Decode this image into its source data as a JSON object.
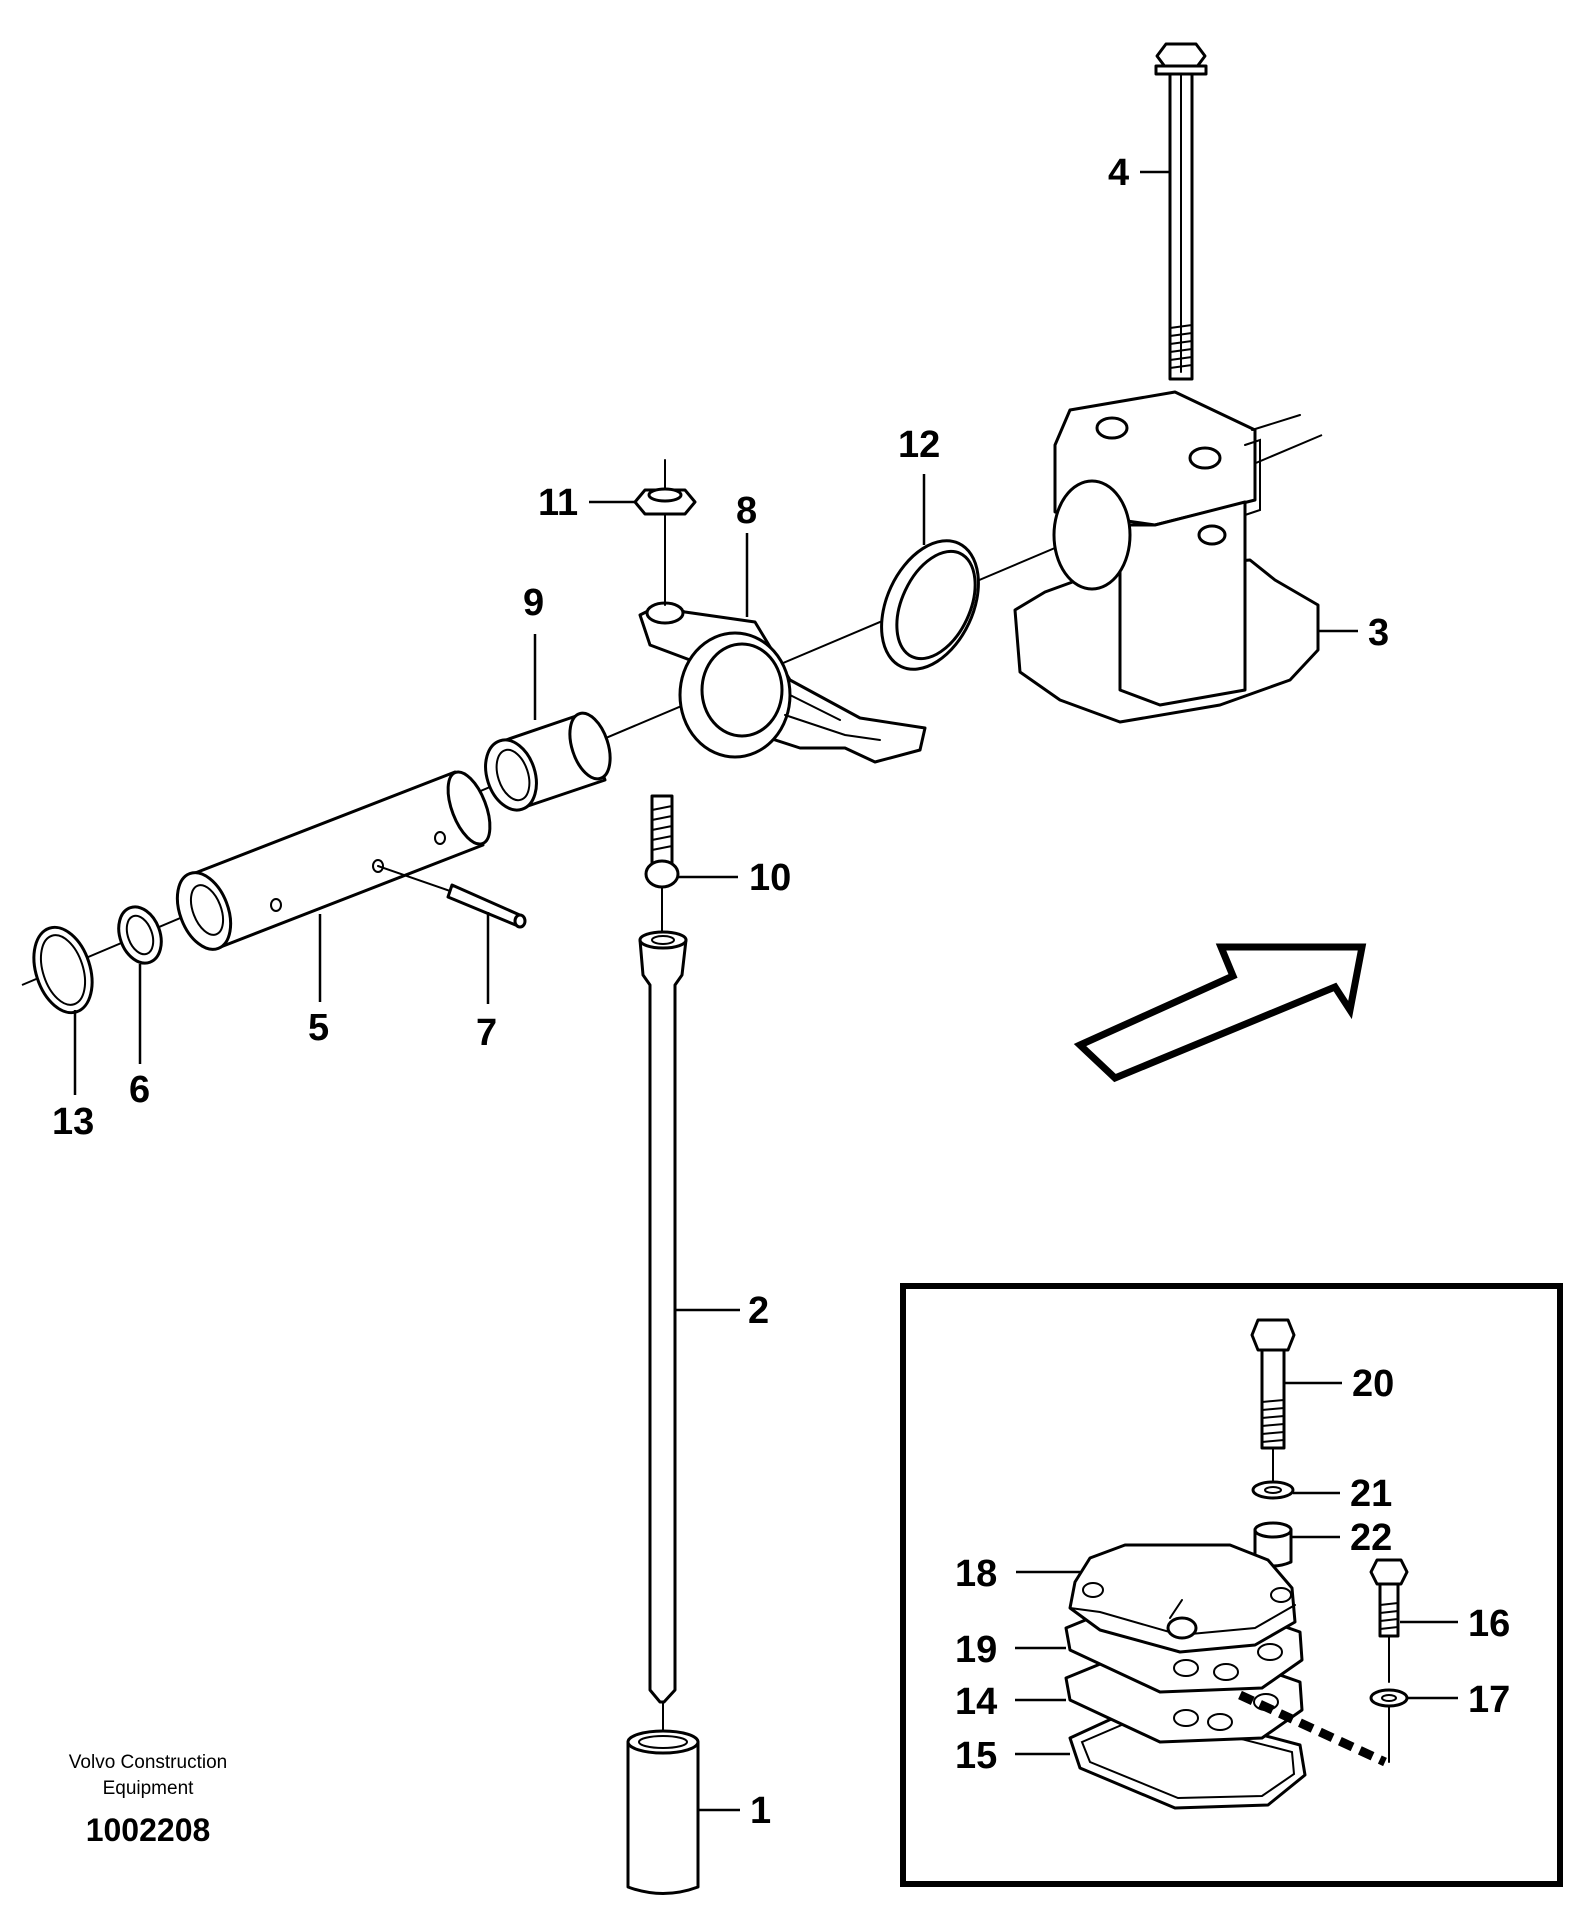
{
  "callouts": {
    "c1": "1",
    "c2": "2",
    "c3": "3",
    "c4": "4",
    "c5": "5",
    "c6": "6",
    "c7": "7",
    "c8": "8",
    "c9": "9",
    "c10": "10",
    "c11": "11",
    "c12": "12",
    "c13": "13",
    "c14": "14",
    "c15": "15",
    "c16": "16",
    "c17": "17",
    "c18": "18",
    "c19": "19",
    "c20": "20",
    "c21": "21",
    "c22": "22"
  },
  "footer": {
    "brand_line1": "Volvo Construction",
    "brand_line2": "Equipment",
    "doc_number": "1002208"
  }
}
